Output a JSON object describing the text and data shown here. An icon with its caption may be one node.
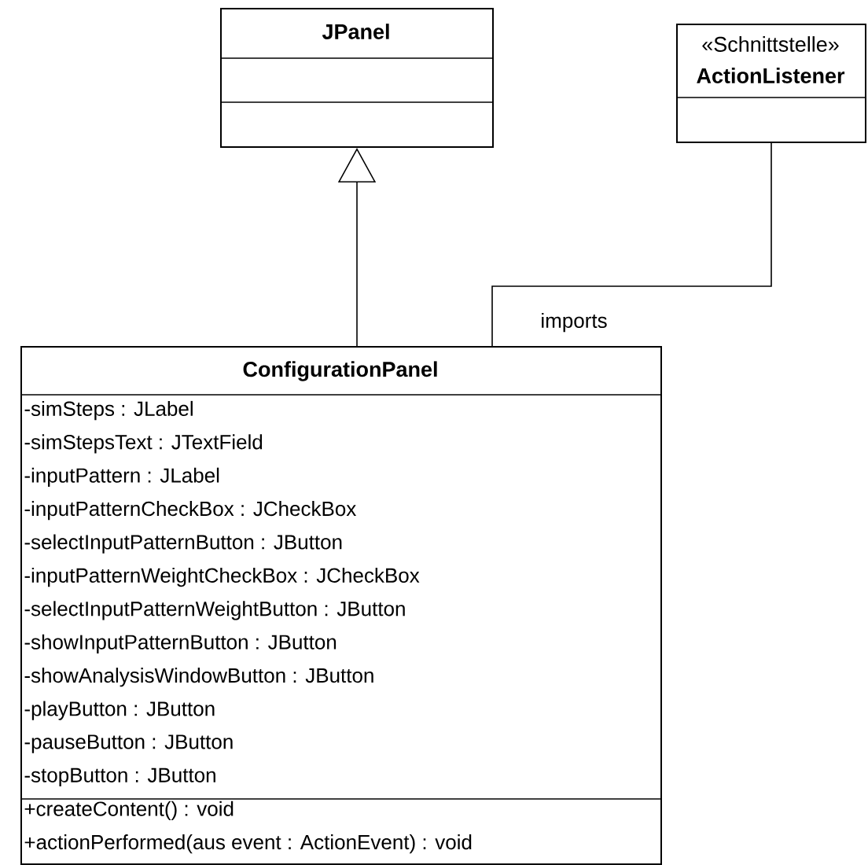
{
  "diagram": {
    "nodes": [
      {
        "text": [
          "JPanel"
        ]
      },
      {
        "text": [
          "«Schnittstelle»",
          "ActionListener"
        ]
      },
      {
        "text": [
          "ConfigurationPanel",
          "-simSteps : JLabel",
          "-simStepsText : JTextField",
          "-inputPattern : JLabel",
          "-inputPatternCheckBox : JCheckBox",
          "-selectInputPatternButton : JButton",
          "-inputPatternWeightCheckBox : JCheckBox",
          "-selectInputPatternWeightButton : JButton",
          "-showInputPatternButton : JButton",
          "-showAnalysisWindowButton : JButton",
          "-playButton : JButton",
          "-pauseButton : JButton",
          "-stopButton : JButton",
          "+createContent() : void",
          "+actionPerformed(aus event : ActionEvent) : void"
        ]
      }
    ],
    "edges": [
      {
        "from": 2,
        "to": 0,
        "arrow": "to"
      },
      {
        "from": 2,
        "to": 1,
        "arrow": "none",
        "label": "imports"
      }
    ]
  }
}
